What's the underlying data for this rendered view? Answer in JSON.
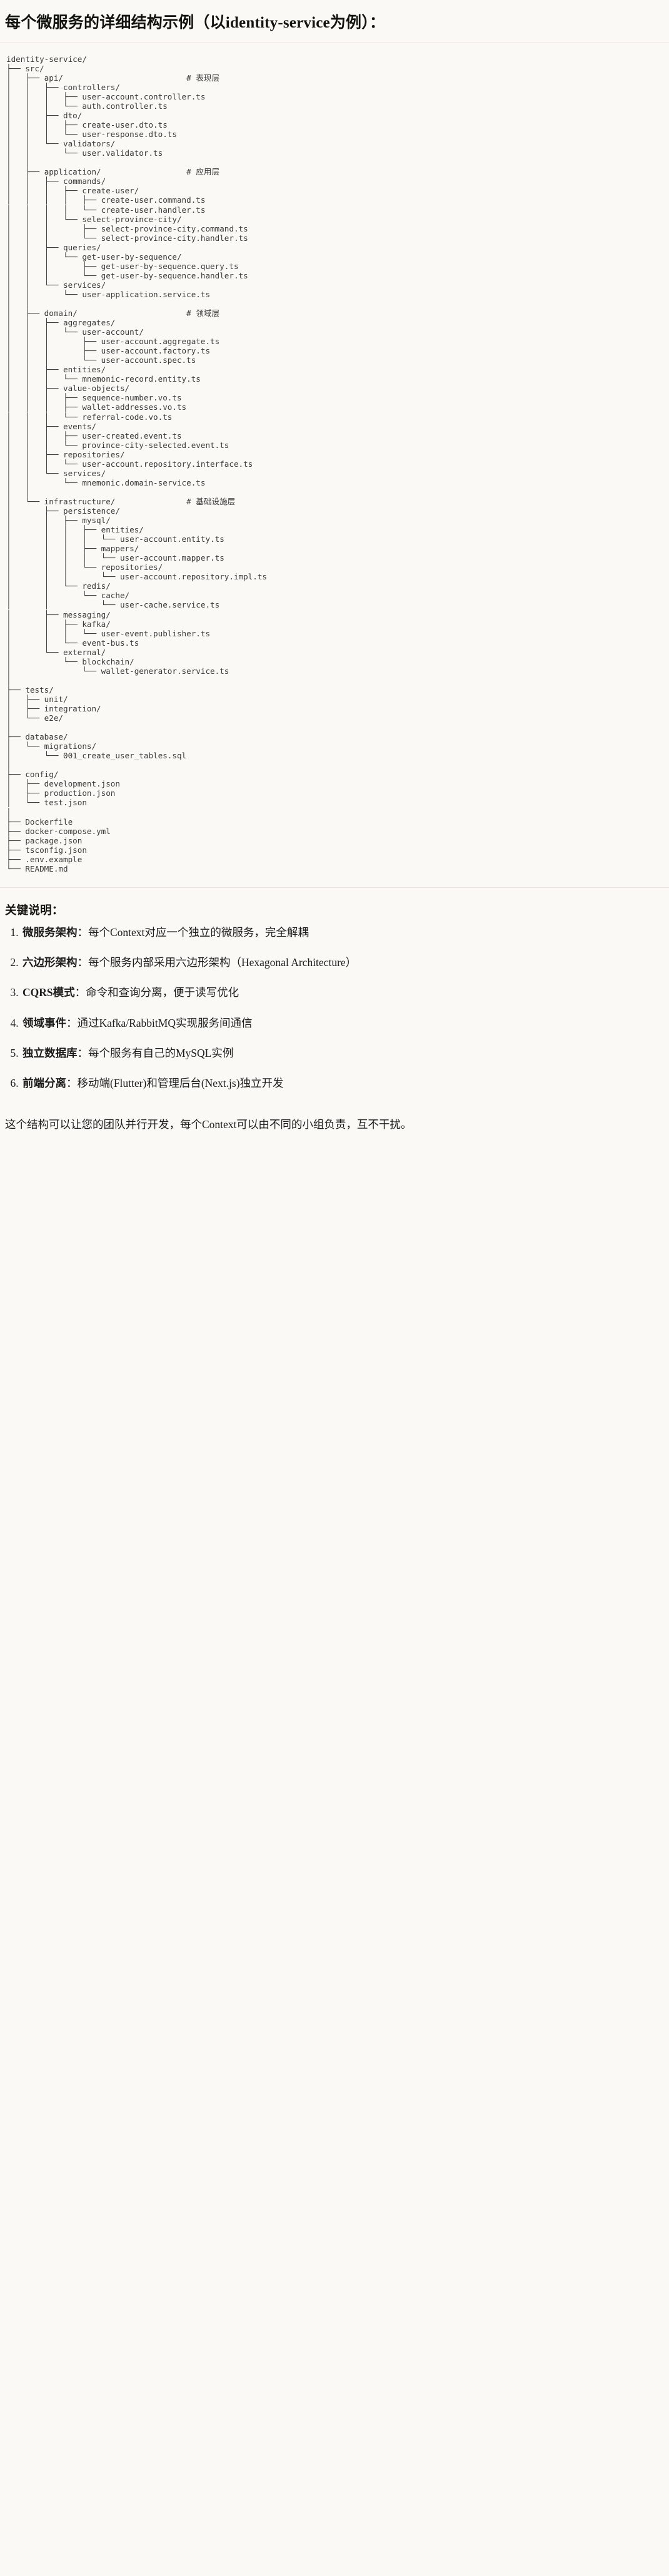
{
  "document": {
    "title": "每个微服务的详细结构示例（以identity-service为例）："
  },
  "tree": {
    "root": "identity-service/",
    "lines": [
      "identity-service/",
      "├── src/",
      "│   ├── api/                          # 表现层",
      "│   │   ├── controllers/",
      "│   │   │   ├── user-account.controller.ts",
      "│   │   │   └── auth.controller.ts",
      "│   │   ├── dto/",
      "│   │   │   ├── create-user.dto.ts",
      "│   │   │   └── user-response.dto.ts",
      "│   │   └── validators/",
      "│   │       └── user.validator.ts",
      "│   │",
      "│   ├── application/                  # 应用层",
      "│   │   ├── commands/",
      "│   │   │   ├── create-user/",
      "│   │   │   │   ├── create-user.command.ts",
      "│   │   │   │   └── create-user.handler.ts",
      "│   │   │   └── select-province-city/",
      "│   │   │       ├── select-province-city.command.ts",
      "│   │   │       └── select-province-city.handler.ts",
      "│   │   ├── queries/",
      "│   │   │   └── get-user-by-sequence/",
      "│   │   │       ├── get-user-by-sequence.query.ts",
      "│   │   │       └── get-user-by-sequence.handler.ts",
      "│   │   └── services/",
      "│   │       └── user-application.service.ts",
      "│   │",
      "│   ├── domain/                       # 领域层",
      "│   │   ├── aggregates/",
      "│   │   │   └── user-account/",
      "│   │   │       ├── user-account.aggregate.ts",
      "│   │   │       ├── user-account.factory.ts",
      "│   │   │       └── user-account.spec.ts",
      "│   │   ├── entities/",
      "│   │   │   └── mnemonic-record.entity.ts",
      "│   │   ├── value-objects/",
      "│   │   │   ├── sequence-number.vo.ts",
      "│   │   │   ├── wallet-addresses.vo.ts",
      "│   │   │   └── referral-code.vo.ts",
      "│   │   ├── events/",
      "│   │   │   ├── user-created.event.ts",
      "│   │   │   └── province-city-selected.event.ts",
      "│   │   ├── repositories/",
      "│   │   │   └── user-account.repository.interface.ts",
      "│   │   └── services/",
      "│   │       └── mnemonic.domain-service.ts",
      "│   │",
      "│   └── infrastructure/               # 基础设施层",
      "│       ├── persistence/",
      "│       │   ├── mysql/",
      "│       │   │   ├── entities/",
      "│       │   │   │   └── user-account.entity.ts",
      "│       │   │   ├── mappers/",
      "│       │   │   │   └── user-account.mapper.ts",
      "│       │   │   └── repositories/",
      "│       │   │       └── user-account.repository.impl.ts",
      "│       │   └── redis/",
      "│       │       └── cache/",
      "│       │           └── user-cache.service.ts",
      "│       ├── messaging/",
      "│       │   ├── kafka/",
      "│       │   │   └── user-event.publisher.ts",
      "│       │   └── event-bus.ts",
      "│       └── external/",
      "│           └── blockchain/",
      "│               └── wallet-generator.service.ts",
      "│",
      "├── tests/",
      "│   ├── unit/",
      "│   ├── integration/",
      "│   └── e2e/",
      "│",
      "├── database/",
      "│   └── migrations/",
      "│       └── 001_create_user_tables.sql",
      "│",
      "├── config/",
      "│   ├── development.json",
      "│   ├── production.json",
      "│   └── test.json",
      "│",
      "├── Dockerfile",
      "├── docker-compose.yml",
      "├── package.json",
      "├── tsconfig.json",
      "├── .env.example",
      "└── README.md"
    ]
  },
  "keypoints": {
    "heading": "关键说明：",
    "separator": "：",
    "items": [
      {
        "term": "微服务架构",
        "desc": "每个Context对应一个独立的微服务，完全解耦"
      },
      {
        "term": "六边形架构",
        "desc": "每个服务内部采用六边形架构（Hexagonal Architecture）"
      },
      {
        "term": "CQRS模式",
        "desc": "命令和查询分离，便于读写优化"
      },
      {
        "term": "领域事件",
        "desc": "通过Kafka/RabbitMQ实现服务间通信"
      },
      {
        "term": "独立数据库",
        "desc": "每个服务有自己的MySQL实例"
      },
      {
        "term": "前端分离",
        "desc": "移动端(Flutter)和管理后台(Next.js)独立开发"
      }
    ],
    "closing": "这个结构可以让您的团队并行开发，每个Context可以由不同的小组负责，互不干扰。"
  },
  "colors": {
    "background": "#faf9f5",
    "text": "#1a1a18",
    "code_text": "#3a3a38",
    "rule": "#e7e5dd"
  }
}
